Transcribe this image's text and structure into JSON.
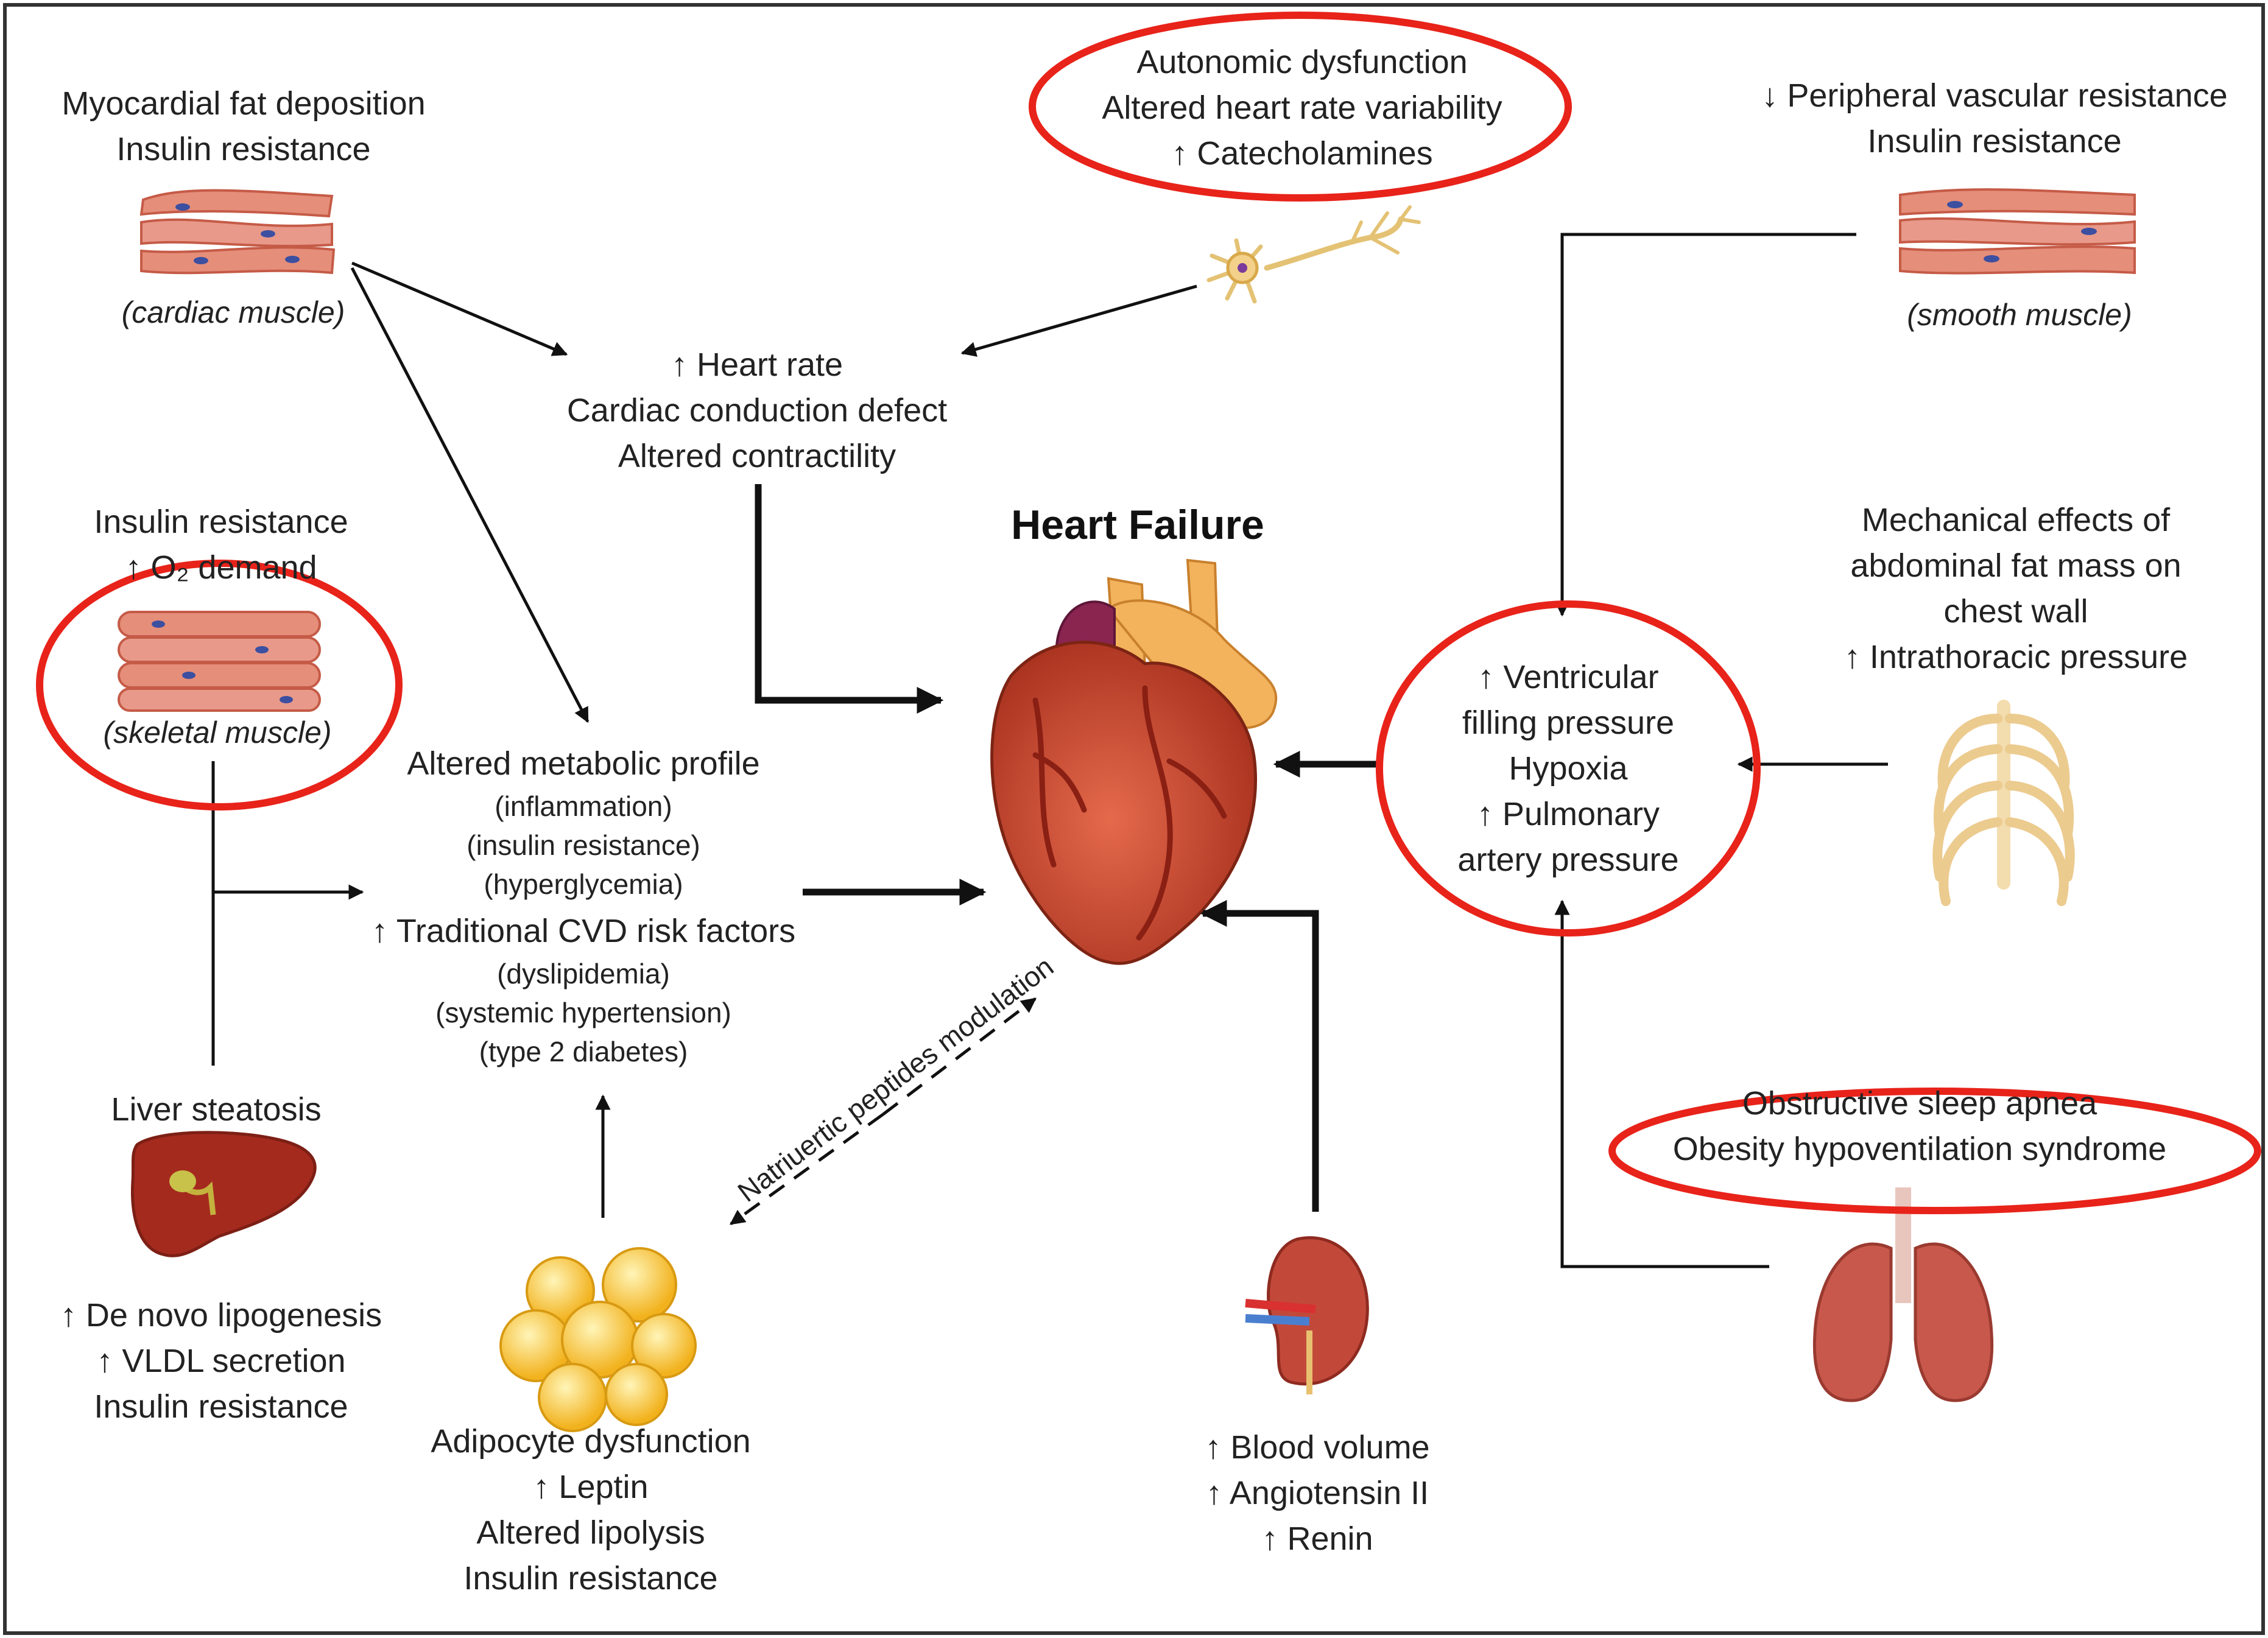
{
  "title": "Heart Failure",
  "colors": {
    "highlight": "#e8231a",
    "arrow": "#111111",
    "text": "#222222",
    "heart": "#c8402a",
    "aorta": "#f2b35c"
  },
  "icons": [
    "cardiac-muscle-icon",
    "neuron-icon",
    "smooth-muscle-icon",
    "skeletal-muscle-icon",
    "liver-icon",
    "adipocyte-icon",
    "kidney-icon",
    "lungs-icon",
    "ribcage-icon",
    "heart-icon"
  ],
  "cardiac": {
    "line1": "Myocardial fat deposition",
    "line2": "Insulin resistance",
    "caption": "(cardiac muscle)"
  },
  "autonomic": {
    "line1": "Autonomic dysfunction",
    "line2": "Altered heart rate variability",
    "line3": "↑ Catecholamines"
  },
  "smooth": {
    "line1": "↓ Peripheral vascular resistance",
    "line2": "Insulin resistance",
    "caption": "(smooth muscle)"
  },
  "conduction": {
    "line1": "↑ Heart rate",
    "line2": "Cardiac conduction defect",
    "line3": "Altered contractility"
  },
  "skeletal": {
    "line1": "Insulin resistance",
    "line2": "↑ O₂ demand",
    "caption": "(skeletal muscle)"
  },
  "mechanical": {
    "line1": "Mechanical effects of",
    "line2": "abdominal fat mass on",
    "line3": "chest wall",
    "line4": "↑ Intrathoracic pressure"
  },
  "ventricular": {
    "line1": "↑ Ventricular",
    "line2": "filling pressure",
    "line3": "Hypoxia",
    "line4": "↑ Pulmonary",
    "line5": "artery pressure"
  },
  "metabolic": {
    "heading": "Altered metabolic profile",
    "items": [
      "(inflammation)",
      "(insulin resistance)",
      "(hyperglycemia)"
    ],
    "heading2": "↑ Traditional CVD risk factors",
    "items2": [
      "(dyslipidemia)",
      "(systemic hypertension)",
      "(type 2 diabetes)"
    ]
  },
  "liver": {
    "title": "Liver steatosis",
    "line1": "↑ De novo lipogenesis",
    "line2": "↑ VLDL secretion",
    "line3": "Insulin resistance"
  },
  "adipocyte": {
    "line1": "Adipocyte dysfunction",
    "line2": "↑ Leptin",
    "line3": "Altered lipolysis",
    "line4": "Insulin resistance"
  },
  "natriuretic": "Natriuertic peptides modulation",
  "kidney": {
    "line1": "↑ Blood volume",
    "line2": "↑ Angiotensin II",
    "line3": "↑ Renin"
  },
  "osa": {
    "line1": "Obstructive sleep apnea",
    "line2": "Obesity hypoventilation syndrome"
  }
}
